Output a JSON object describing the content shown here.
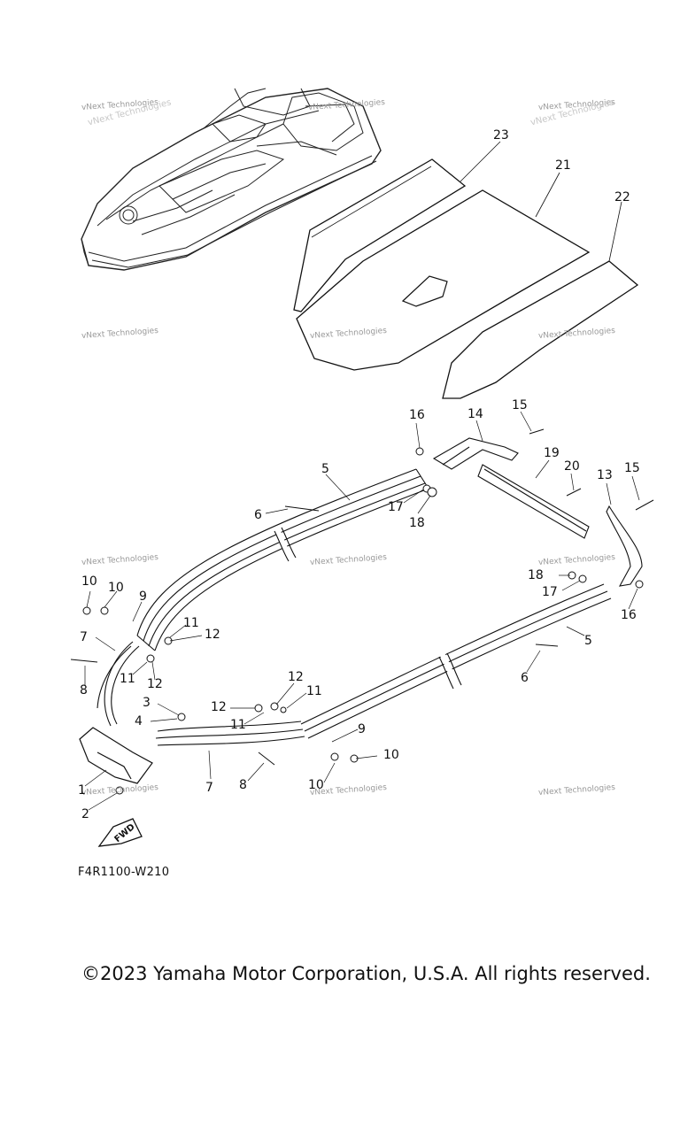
{
  "diagram": {
    "code": "F4R1100-W210",
    "copyright": "©2023 Yamaha Motor Corporation, U.S.A. All rights reserved.",
    "fwd_label": "FWD",
    "watermark_text": "vNext Technologies",
    "callouts": {
      "c1": "1",
      "c2": "2",
      "c3": "3",
      "c4": "4",
      "c5a": "5",
      "c5b": "5",
      "c6a": "6",
      "c6b": "6",
      "c7a": "7",
      "c7b": "7",
      "c8a": "8",
      "c8b": "8",
      "c9a": "9",
      "c9b": "9",
      "c10a": "10",
      "c10b": "10",
      "c10c": "10",
      "c10d": "10",
      "c11a": "11",
      "c11b": "11",
      "c11c": "11",
      "c11d": "11",
      "c12a": "12",
      "c12b": "12",
      "c12c": "12",
      "c12d": "12",
      "c13": "13",
      "c14": "14",
      "c15a": "15",
      "c15b": "15",
      "c16a": "16",
      "c16b": "16",
      "c17a": "17",
      "c17b": "17",
      "c18a": "18",
      "c18b": "18",
      "c19": "19",
      "c20": "20",
      "c21": "21",
      "c22": "22",
      "c23": "23"
    }
  }
}
